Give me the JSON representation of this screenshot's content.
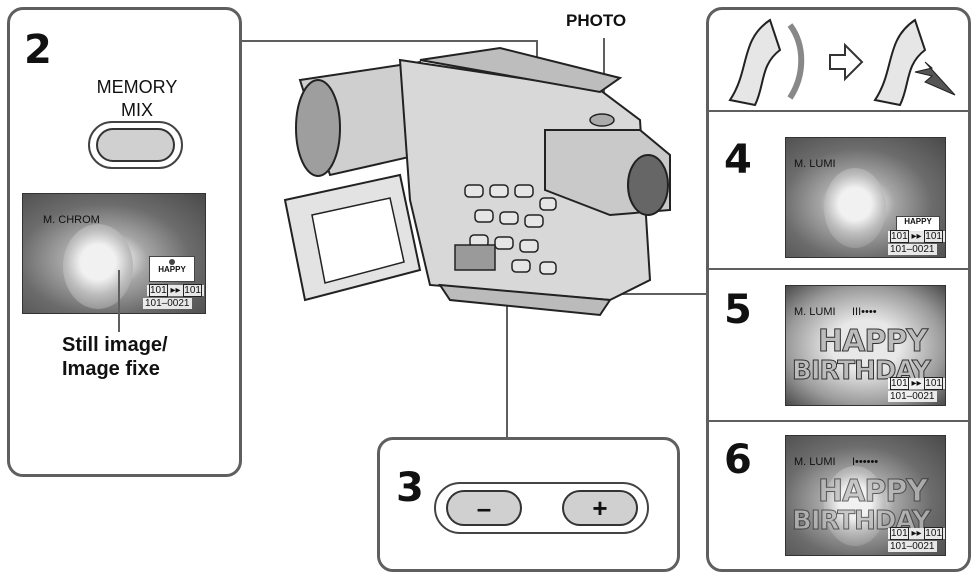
{
  "top_label": {
    "photo": "PHOTO"
  },
  "panel_left": {
    "step": "2",
    "button_label_line1": "MEMORY",
    "button_label_line2": "MIX",
    "lcd": {
      "mode": "M. CHROM",
      "counter": "101–0021",
      "badge": "HAPPY",
      "folder_a": "101",
      "folder_b": "101"
    },
    "caption_line1": "Still image/",
    "caption_line2": "Image fixe"
  },
  "panel_bottom": {
    "step": "3",
    "minus": "–",
    "plus": "+"
  },
  "panel_right": {
    "steps": [
      {
        "step": "4",
        "mode": "M. LUMI",
        "bar": "",
        "happy": "HAPPY",
        "birthday": "",
        "counter": "101–0021",
        "folder_a": "101",
        "folder_b": "101"
      },
      {
        "step": "5",
        "mode": "M. LUMI",
        "bar": "III••••",
        "happy": "HAPPY",
        "birthday": "BIRTHDAY",
        "counter": "101–0021",
        "folder_a": "101",
        "folder_b": "101"
      },
      {
        "step": "6",
        "mode": "M. LUMI",
        "bar": "I••••••",
        "happy": "HAPPY",
        "birthday": "BIRTHDAY",
        "counter": "101–0021",
        "folder_a": "101",
        "folder_b": "101"
      }
    ]
  }
}
